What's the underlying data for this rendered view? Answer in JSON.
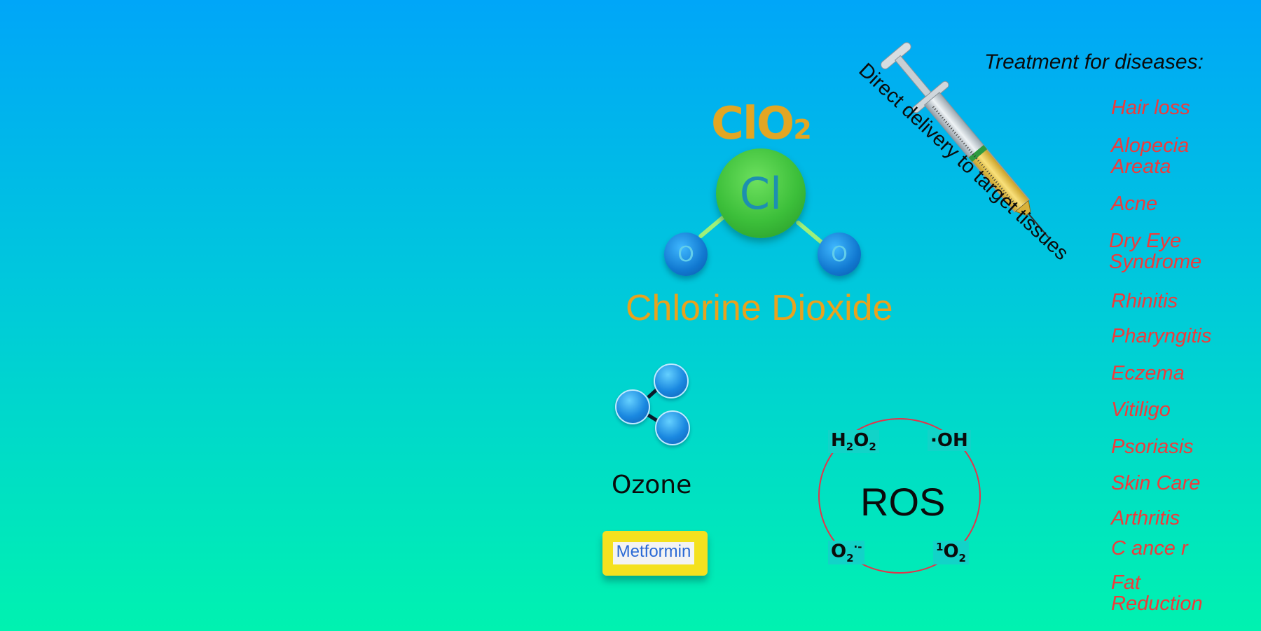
{
  "formula": {
    "main": "ClO",
    "sub": "2"
  },
  "molecule": {
    "center": "Cl",
    "left": "O",
    "right": "O"
  },
  "chemical_name": "Chlorine Dioxide",
  "delivery_text": "Direct delivery to target tissues",
  "treatment": {
    "title": "Treatment for diseases:",
    "diseases": [
      "Hair loss",
      "Alopecia\nAreata",
      "Acne",
      "Dry Eye\nSyndrome",
      "Rhinitis",
      "Pharyngitis",
      "Eczema",
      "Vitiligo",
      "Psoriasis",
      "Skin Care",
      "Arthritis",
      "C ance r",
      "Fat\nReduction"
    ]
  },
  "ozone_label": "Ozone",
  "metformin_label": "Metformin",
  "ros": {
    "label": "ROS",
    "h2o2": {
      "a": "H",
      "a_sub": "2",
      "b": "O",
      "b_sub": "2"
    },
    "oh": "·OH",
    "superoxide": {
      "base": "O",
      "sub": "2",
      "sup": "·-"
    },
    "singlet": {
      "sup": "1",
      "base": "O",
      "sub": "2"
    }
  },
  "colors": {
    "bg_top": "#00a6f8",
    "bg_bottom": "#00f2b0",
    "gold": "#e2a623",
    "disease_red": "#ef3b3b",
    "ring_red": "#e4334a",
    "metformin_yellow": "#f4e11f"
  },
  "icons": [
    "syringe-icon",
    "clo2-molecule-icon",
    "ozone-molecule-icon"
  ]
}
